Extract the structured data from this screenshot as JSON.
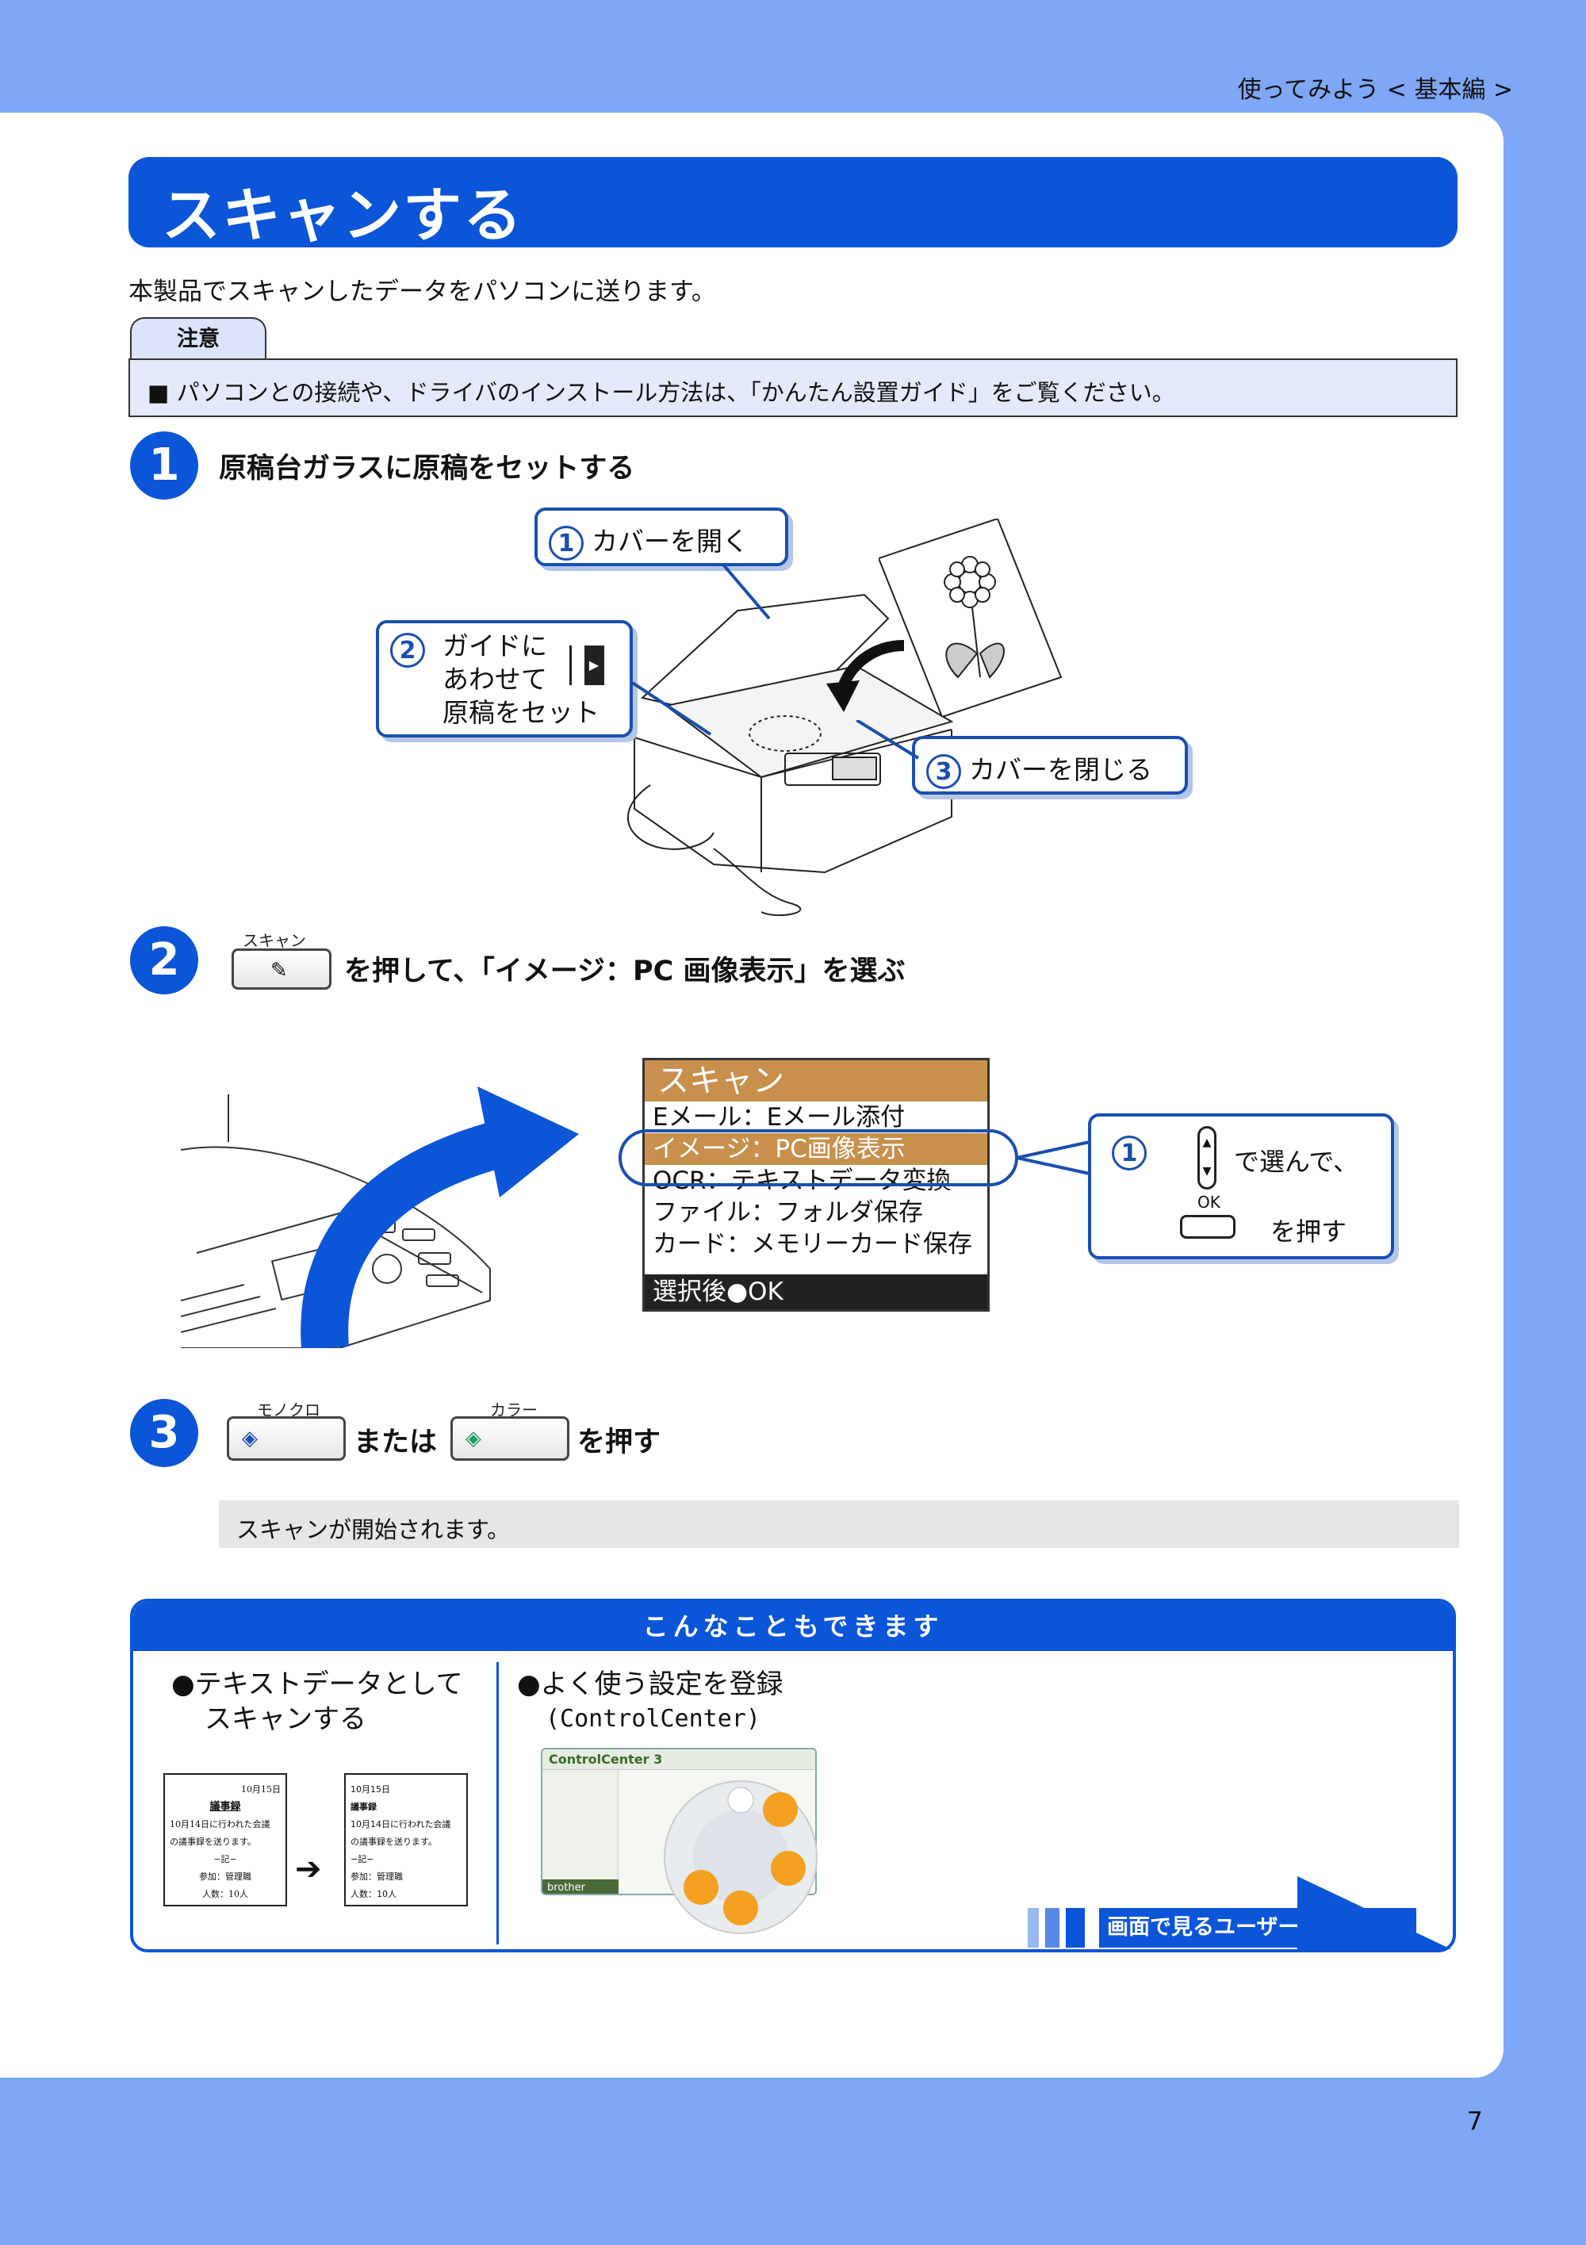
{
  "header": {
    "section": "使ってみよう < 基本編 >"
  },
  "page_number": "7",
  "title": "スキャンする",
  "intro": "本製品でスキャンしたデータをパソコンに送ります。",
  "note": {
    "tab": "注意",
    "text": "■ パソコンとの接続や、ドライバのインストール方法は、「かんたん設置ガイド」をご覧ください。"
  },
  "step1": {
    "number": "1",
    "title": "原稿台ガラスに原稿をセットする",
    "callouts": [
      {
        "num": "1",
        "text": "カバーを開く"
      },
      {
        "num": "2",
        "lines": [
          "ガイドに",
          "あわせて",
          "原稿をセット"
        ]
      },
      {
        "num": "3",
        "text": "カバーを閉じる"
      }
    ]
  },
  "step2": {
    "number": "2",
    "key_label": "スキャン",
    "title": "を押して、「イメージ：PC 画像表示」を選ぶ",
    "lcd": {
      "header": "スキャン",
      "rows": [
        "Eメール：Eメール添付",
        "イメージ：PC画像表示",
        "OCR：テキストデータ変換",
        "ファイル：フォルダ保存",
        "カード：メモリーカード保存"
      ],
      "footer": "選択後●OK"
    },
    "callout": {
      "num": "1",
      "line1": "で選んで、",
      "ok_label": "OK",
      "line2": "を押す"
    }
  },
  "step3": {
    "number": "3",
    "mono_label": "モノクロ",
    "or_text": "または",
    "color_label": "カラー",
    "title_end": "を押す",
    "status": "スキャンが開始されます。"
  },
  "more": {
    "heading": "こんなこともできます",
    "item1": {
      "line1": "●テキストデータとして",
      "line2": "スキャンする"
    },
    "item2": {
      "line1": "●よく使う設定を登録",
      "line2": "(ControlCenter)"
    },
    "doc": {
      "date": "10月15日",
      "title": "議事録",
      "line1": "10月14日に行われた会議",
      "line2": "の議事録を送ります。",
      "line3": "−記−",
      "line4": "参加：管理職",
      "line5": "人数：10人"
    },
    "cc": {
      "title": "ControlCenter 3",
      "brand": "brother"
    },
    "guide": "画面で見るユーザーズガイド"
  },
  "colors": {
    "accent": "#0b55d8",
    "page_bg": "#7fa7f5",
    "lcd_header": "#c8904c"
  }
}
